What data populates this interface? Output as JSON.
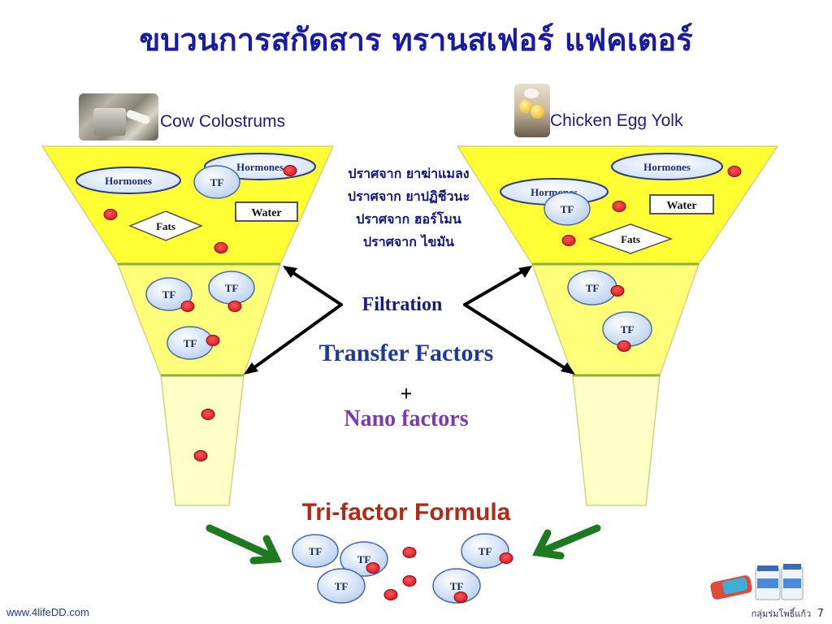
{
  "title": "ขบวนการสกัดสาร ทรานสเฟอร์ แฟคเตอร์",
  "sources": {
    "left": "Cow Colostrums",
    "right": "Chicken Egg Yolk"
  },
  "labels": {
    "hormones": "Hormones",
    "water": "Water",
    "fats": "Fats",
    "tf": "TF"
  },
  "free_list": [
    "ปราศจาก ยาฆ่าแมลง",
    "ปราศจาก ยาปฏิชีวนะ",
    "ปราศจาก ฮอร์โมน",
    "ปราศจาก ไขมัน"
  ],
  "process": {
    "filtration": "Filtration",
    "transfer_factors": "Transfer Factors",
    "plus": "+",
    "nano_factors": "Nano factors",
    "tri_factor": "Tri-factor Formula"
  },
  "footer": {
    "website": "www.4lifeDD.com",
    "credit": "กลุ่มร่มโพธิ์แก้ว",
    "page": "7"
  },
  "colors": {
    "title": "#1a1aa8",
    "funnel_top": "#ffff33",
    "funnel_mid": "#ffff7a",
    "funnel_bottom": "#ffffc8",
    "funnel_edge": "#d8d080",
    "dot": "#e8202a",
    "tf_bubble": "#c8dcf4",
    "green_arrow": "#1e7a1e",
    "tri_factor": "#b22a16",
    "nano": "#7a3ab0"
  },
  "icons": {
    "left_photo": "milk-pouring-photo",
    "right_photo": "egg-yolk-photo",
    "product": "supplement-bottles-photo"
  }
}
